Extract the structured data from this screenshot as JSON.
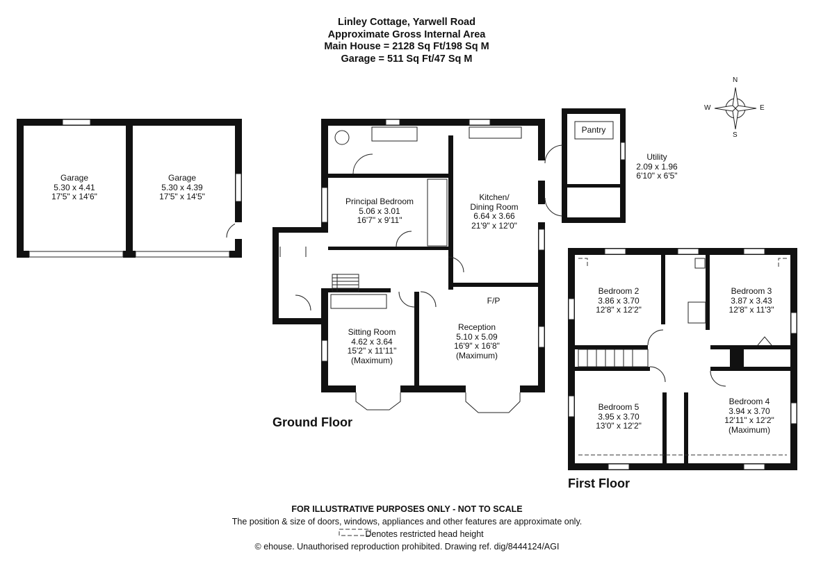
{
  "header": {
    "line1": "Linley Cottage, Yarwell Road",
    "line2": "Approximate Gross Internal Area",
    "line3": "Main House = 2128 Sq Ft/198 Sq M",
    "line4": "Garage = 511 Sq Ft/47 Sq M"
  },
  "compass": {
    "n": "N",
    "s": "S",
    "e": "E",
    "w": "W"
  },
  "floors": {
    "ground": "Ground Floor",
    "first": "First Floor"
  },
  "rooms": {
    "garage1": {
      "name": "Garage",
      "metric": "5.30 x 4.41",
      "imperial": "17'5\" x 14'6\""
    },
    "garage2": {
      "name": "Garage",
      "metric": "5.30 x 4.39",
      "imperial": "17'5\" x 14'5\""
    },
    "principal": {
      "name": "Principal Bedroom",
      "metric": "5.06 x 3.01",
      "imperial": "16'7\" x 9'11\""
    },
    "kitchen": {
      "name1": "Kitchen/",
      "name2": "Dining Room",
      "metric": "6.64 x 3.66",
      "imperial": "21'9\" x 12'0\""
    },
    "pantry": {
      "name": "Pantry"
    },
    "utility": {
      "name": "Utility",
      "metric": "2.09 x 1.96",
      "imperial": "6'10\" x 6'5\""
    },
    "sitting": {
      "name": "Sitting Room",
      "metric": "4.62 x 3.64",
      "imperial": "15'2\" x 11'11\"",
      "note": "(Maximum)"
    },
    "reception": {
      "name": "Reception",
      "metric": "5.10 x 5.09",
      "imperial": "16'9\" x 16'8\"",
      "note": "(Maximum)"
    },
    "fp": "F/P",
    "bed2": {
      "name": "Bedroom 2",
      "metric": "3.86 x 3.70",
      "imperial": "12'8\" x 12'2\""
    },
    "bed3": {
      "name": "Bedroom 3",
      "metric": "3.87 x 3.43",
      "imperial": "12'8\" x 11'3\""
    },
    "bed5": {
      "name": "Bedroom 5",
      "metric": "3.95 x 3.70",
      "imperial": "13'0\" x 12'2\""
    },
    "bed4": {
      "name": "Bedroom 4",
      "metric": "3.94 x 3.70",
      "imperial": "12'11\" x 12'2\"",
      "note": "(Maximum)"
    }
  },
  "footer": {
    "line1": "FOR ILLUSTRATIVE PURPOSES ONLY - NOT TO SCALE",
    "line2": "The position & size of doors, windows, appliances and other features are approximate only.",
    "line3": "Denotes restricted head height",
    "line4": "© ehouse. Unauthorised reproduction prohibited. Drawing ref. dig/8444124/AGI"
  }
}
